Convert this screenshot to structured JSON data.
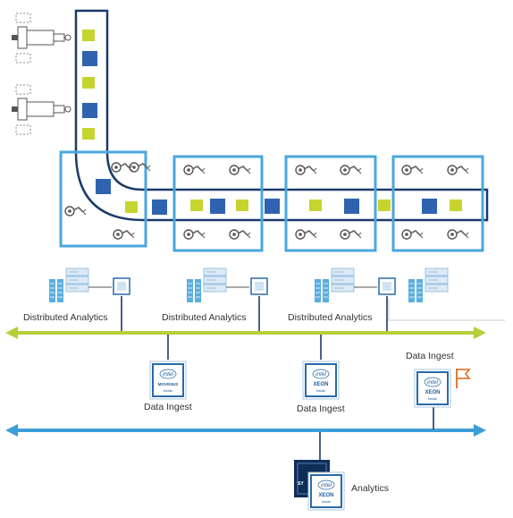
{
  "colors": {
    "conveyor": "#1b3a6b",
    "cell_frame": "#4aa7dc",
    "ring_green": "#b6cf3a",
    "ring_blue": "#3c9ed8",
    "item_green": "#c6d430",
    "item_blue": "#2f63b0",
    "chip_frame": "#2a6aa8",
    "flag": "#e07a3a"
  },
  "icons": {
    "robot_station": "robot-arm-icon",
    "server_rack": "server-rack-icon",
    "processor": "processor-chip-icon",
    "flag": "flag-icon"
  },
  "labels": {
    "distributed_analytics_1": "Distributed Analytics",
    "distributed_analytics_2": "Distributed Analytics",
    "distributed_analytics_3": "Distributed Analytics",
    "data_ingest_1": "Data Ingest",
    "data_ingest_2": "Data Ingest",
    "data_ingest_3": "Data Ingest",
    "analytics": "Analytics"
  },
  "chips": {
    "brand": "intel",
    "movidius": "MOVIDIUS",
    "xeon": "XEON",
    "inside": "inside",
    "stack_back_partial": "SY"
  }
}
